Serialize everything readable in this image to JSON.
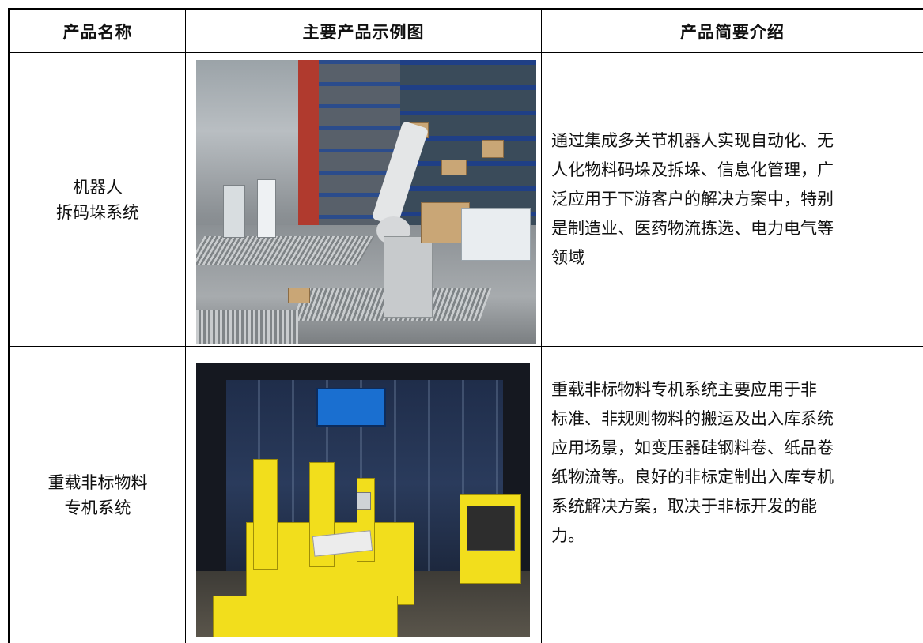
{
  "header": {
    "col1": "产品名称",
    "col2": "主要产品示例图",
    "col3": "产品简要介绍"
  },
  "rows": [
    {
      "name_lines": [
        "机器人",
        "拆码垛系统"
      ],
      "image_icon": "robot-palletizing-photo",
      "description_lines": [
        "通过集成多关节机器人实现自动化、无",
        "人化物料码垛及拆垛、信息化管理，广",
        "泛应用于下游客户的解决方案中，特别",
        "是制造业、医药物流拣选、电力电气等",
        "领域"
      ]
    },
    {
      "name_lines": [
        "重载非标物料",
        "专机系统"
      ],
      "image_icon": "heavy-duty-agv-photo",
      "description_lines": [
        "重载非标物料专机系统主要应用于非",
        "标准、非规则物料的搬运及出入库系统",
        "应用场景，如变压器硅钢料卷、纸品卷",
        "纸物流等。良好的非标定制出入库专机",
        "系统解决方案，取决于非标开发的能",
        "力。"
      ]
    }
  ]
}
